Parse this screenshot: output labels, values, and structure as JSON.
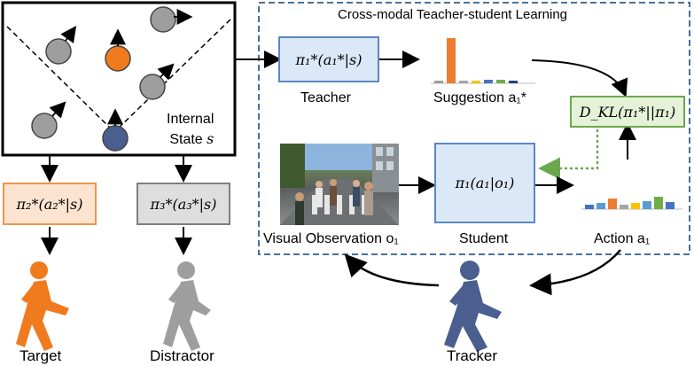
{
  "internal_state": {
    "label_line1": "Internal",
    "label_line2": "State",
    "label_var": "s",
    "agent_colors": {
      "target": "#f07a1e",
      "tracker": "#4a5f8f",
      "distractor": "#9e9e9e"
    }
  },
  "panel": {
    "title": "Cross-modal Teacher-student Learning",
    "border_color": "#4a7296"
  },
  "teacher": {
    "formula": "π₁*(a₁*|s)",
    "label": "Teacher",
    "fill": "#dbe8f7",
    "border": "#5b87c0"
  },
  "suggestion": {
    "label": "Suggestion a₁*",
    "bar_values": [
      0.08,
      1.0,
      0.05,
      0.06,
      0.08,
      0.07,
      0.06
    ]
  },
  "kl": {
    "formula": "D_KL(π₁*||π₁)",
    "fill": "#e6f2d8",
    "border": "#6aa84f"
  },
  "student": {
    "formula": "π₁(a₁|o₁)",
    "label": "Student",
    "fill": "#dbe8f7",
    "border": "#5b87c0"
  },
  "visual_observation": {
    "label": "Visual Observation o₁"
  },
  "action": {
    "label": "Action a₁",
    "bar_values": [
      0.35,
      0.45,
      0.8,
      0.3,
      0.4,
      0.55,
      1.0,
      0.5
    ],
    "bar_colors": [
      "#4472c4",
      "#5b9bd5",
      "#ed7d31",
      "#a5a5a5",
      "#ffc000",
      "#5b9bd5",
      "#70ad47",
      "#4472c4"
    ]
  },
  "target_policy": {
    "formula": "π₂*(a₂*|s)",
    "fill": "#fde4d0",
    "border": "#f0954a"
  },
  "distractor_policy": {
    "formula": "π₃*(a₃*|s)",
    "fill": "#dedede",
    "border": "#7f7f7f"
  },
  "figures": {
    "target": "Target",
    "distractor": "Distractor",
    "tracker": "Tracker"
  }
}
